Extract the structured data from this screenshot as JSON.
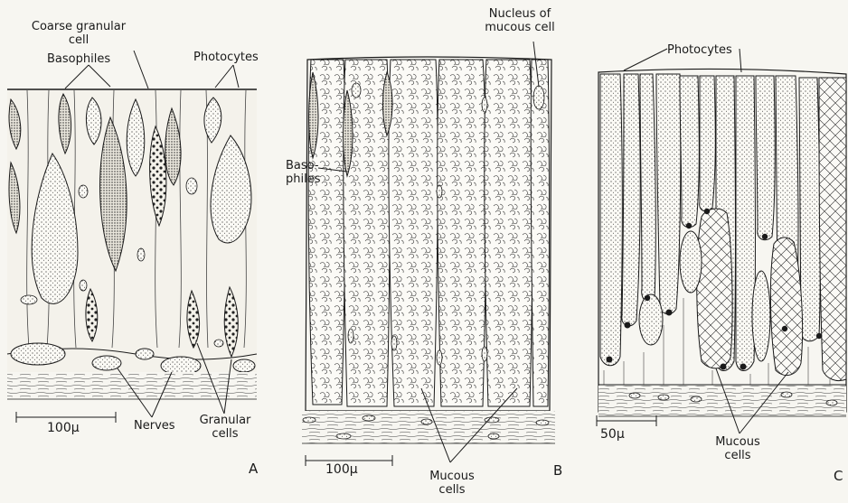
{
  "panels": {
    "a": {
      "letter": "A",
      "coarse_granular_cell_1": "Coarse granular",
      "coarse_granular_cell_2": "cell",
      "basophiles": "Basophiles",
      "photocytes": "Photocytes",
      "scale": "100μ",
      "nerves": "Nerves",
      "granular_cells_1": "Granular",
      "granular_cells_2": "cells"
    },
    "b": {
      "letter": "B",
      "nucleus_1": "Nucleus of",
      "nucleus_2": "mucous cell",
      "basophiles_1": "Baso-",
      "basophiles_2": "philes",
      "scale": "100μ",
      "mucous_cells_1": "Mucous",
      "mucous_cells_2": "cells"
    },
    "c": {
      "letter": "C",
      "photocytes": "Photocytes",
      "scale": "50μ",
      "mucous_cells_1": "Mucous",
      "mucous_cells_2": "cells"
    }
  }
}
